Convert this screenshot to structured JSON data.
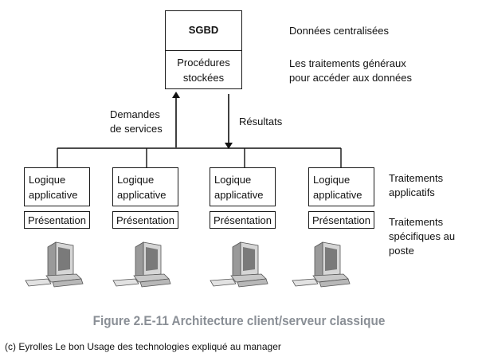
{
  "server": {
    "sgbd_label": "SGBD",
    "procedures_label": "Procédures stockées",
    "centralized_note": "Données centralisées",
    "general_processing_note": "Les traitements généraux pour accéder aux données"
  },
  "arrows": {
    "requests_label": "Demandes de services",
    "results_label": "Résultats"
  },
  "clients": [
    {
      "logic_label": "Logique applicative",
      "presentation_label": "Présentation"
    },
    {
      "logic_label": "Logique applicative",
      "presentation_label": "Présentation"
    },
    {
      "logic_label": "Logique applicative",
      "presentation_label": "Présentation"
    },
    {
      "logic_label": "Logique applicative",
      "presentation_label": "Présentation"
    }
  ],
  "side_notes": {
    "applicative_processing": "Traitements applicatifs",
    "specific_processing": "Traitements spécifiques au poste"
  },
  "icons": [
    "computer-workstation-icon"
  ],
  "caption": "Figure 2.E-11 Architecture client/serveur classique",
  "copyright": "(c) Eyrolles Le bon Usage des technologies expliqué au manager"
}
